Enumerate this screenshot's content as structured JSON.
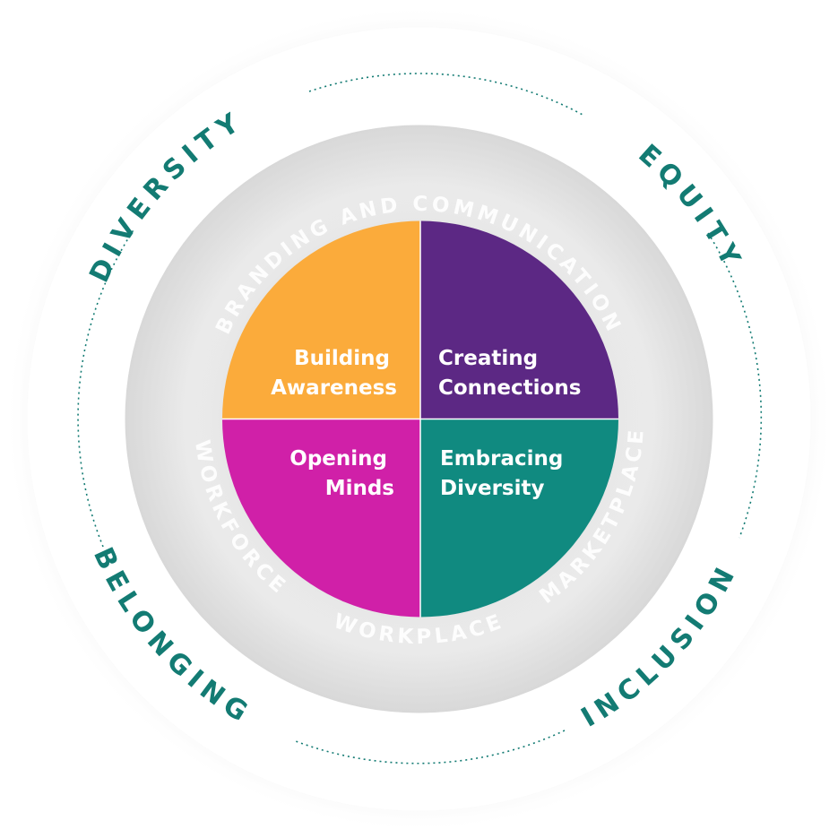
{
  "colors": {
    "teal": "#137b73",
    "orange": "#fbab3b",
    "purple": "#5c2884",
    "magenta": "#d020a8",
    "green": "#108a80",
    "quad_text": "#ffffff",
    "ring_text": "#ffffff"
  },
  "outer_labels": {
    "diversity": "DIVERSITY",
    "equity": "EQUITY",
    "inclusion": "INCLUSION",
    "belonging": "BELONGING"
  },
  "ring_labels": {
    "branding": "BRANDING AND COMMUNICATION",
    "marketplace": "MARKETPLACE",
    "workplace": "WORKPLACE",
    "workforce": "WORKFORCE"
  },
  "quadrants": {
    "building": {
      "line1": "Building",
      "line2": "Awareness"
    },
    "creating": {
      "line1": "Creating",
      "line2": "Connections"
    },
    "opening": {
      "line1": "Opening",
      "line2": "Minds"
    },
    "embracing": {
      "line1": "Embracing",
      "line2": "Diversity"
    }
  }
}
